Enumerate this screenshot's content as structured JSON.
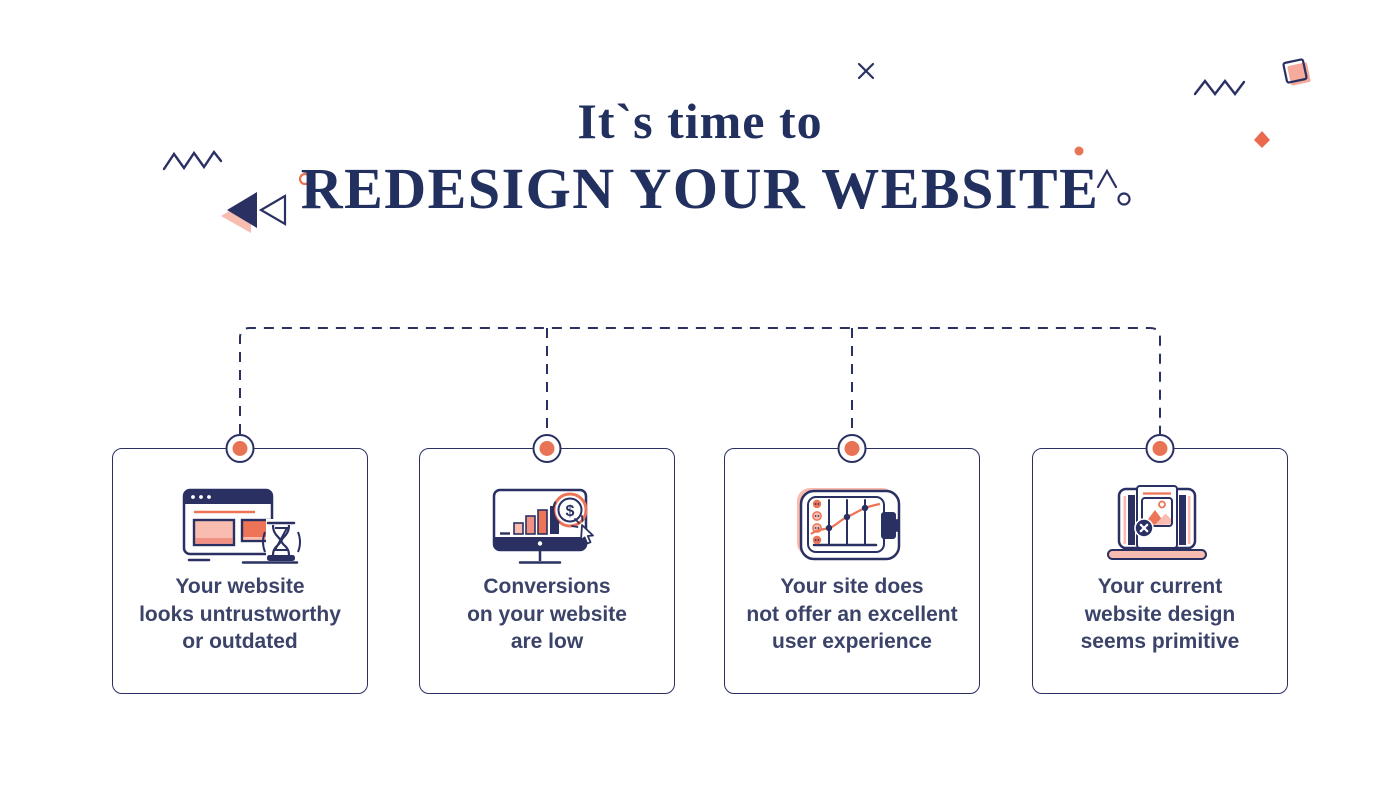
{
  "title": {
    "line1": "It`s time to",
    "line2": "REDESIGN YOUR WEBSITE"
  },
  "cards": [
    {
      "name": "website-untrustworthy",
      "icon": "browser-hourglass-icon",
      "lines": [
        "Your website",
        "looks untrustworthy",
        "or outdated"
      ]
    },
    {
      "name": "low-conversions",
      "icon": "monitor-sales-chart-icon",
      "lines": [
        "Conversions",
        "on your website",
        "are low"
      ]
    },
    {
      "name": "poor-user-experience",
      "icon": "tablet-growth-chart-icon",
      "lines": [
        "Your site does",
        "not offer an excellent",
        "user experience"
      ]
    },
    {
      "name": "primitive-design",
      "icon": "laptop-broken-image-icon",
      "lines": [
        "Your current",
        "website design",
        "seems primitive"
      ]
    }
  ],
  "decorations": [
    "x-mark",
    "zigzag-left",
    "small-circle-orange",
    "triangle-filled-with-shadow",
    "triangle-outline",
    "orange-dot",
    "caret-mark",
    "small-circle-navy",
    "zigzag-right",
    "tilted-square-with-shadow",
    "orange-diamond",
    "connector-dashed-lines"
  ],
  "colors": {
    "navy": "#2a3162",
    "title_navy": "#22305f",
    "text_navy": "#3b4369",
    "orange": "#e97355",
    "orange_icon": "#ed7456",
    "pink_light": "#f9bcb0",
    "pink_mid": "#f19183",
    "background": "#ffffff"
  }
}
